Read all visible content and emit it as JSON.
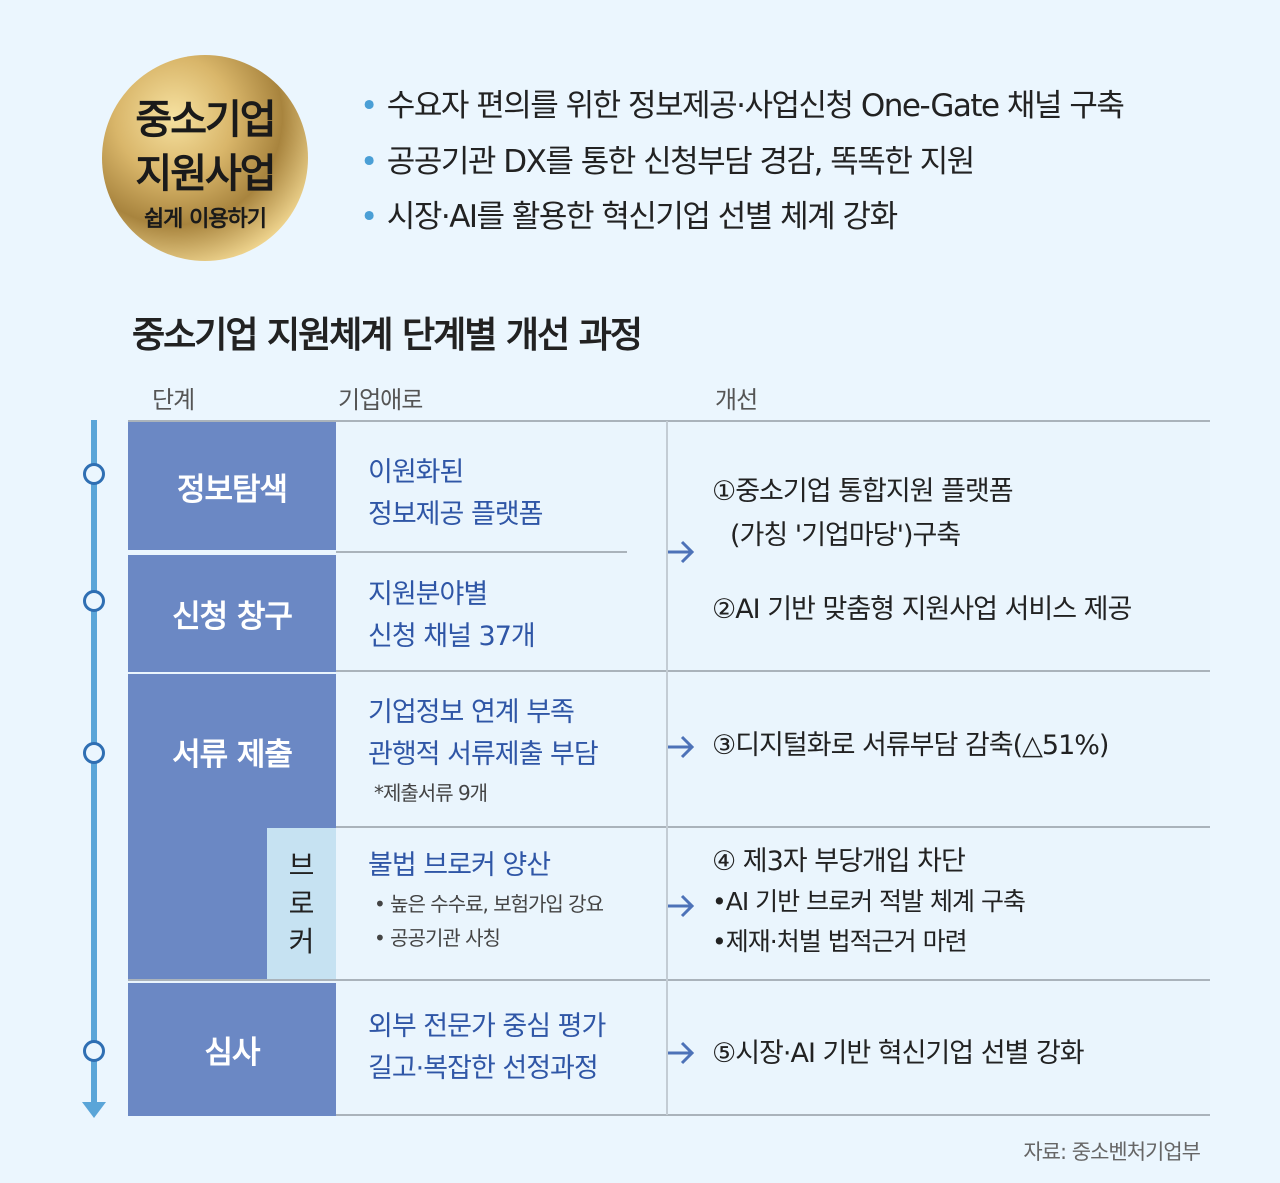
{
  "badge": {
    "line1": "중소기업",
    "line2": "지원사업",
    "line3": "쉽게 이용하기"
  },
  "bullets": [
    "수요자 편의를 위한 정보제공·사업신청 One-Gate 채널 구축",
    "공공기관 DX를 통한 신청부담 경감, 똑똑한 지원",
    "시장·AI를 활용한 혁신기업 선별 체계 강화"
  ],
  "title": "중소기업 지원체계 단계별 개선 과정",
  "headers": {
    "stage": "단계",
    "problem": "기업애로",
    "improve": "개선"
  },
  "stages": [
    "정보탐색",
    "신청 창구",
    "서류 제출",
    "심사"
  ],
  "broker_label": [
    "브",
    "로",
    "커"
  ],
  "problems": {
    "p1": [
      "이원화된",
      "정보제공 플랫폼"
    ],
    "p2": [
      "지원분야별",
      "신청 채널 37개"
    ],
    "p3": [
      "기업정보 연계 부족",
      "관행적 서류제출 부담"
    ],
    "p3_note": "*제출서류 9개",
    "p4": "불법 브로커 양산",
    "p4_items": [
      "• 높은 수수료, 보험가입 강요",
      "• 공공기관 사칭"
    ],
    "p5": [
      "외부 전문가 중심 평가",
      "길고·복잡한 선정과정"
    ]
  },
  "improvements": {
    "i1": [
      "①중소기업 통합지원 플랫폼",
      "(가칭 '기업마당')구축"
    ],
    "i2": "②AI 기반 맞춤형 지원사업 서비스 제공",
    "i3": "③디지털화로 서류부담 감축(△51%)",
    "i4": "④ 제3자 부당개입 차단",
    "i4_items": [
      "•AI 기반 브로커 적발 체계 구축",
      "•제재·처벌 법적근거 마련"
    ],
    "i5": "⑤시장·AI 기반 혁신기업 선별 강화"
  },
  "source": "자료: 중소벤처기업부"
}
